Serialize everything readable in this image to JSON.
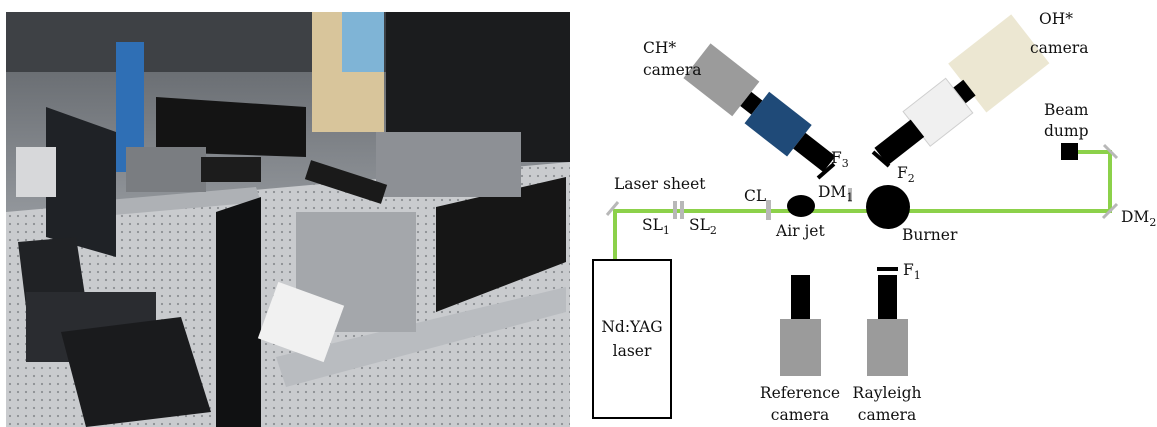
{
  "photo": {
    "alt": "Photograph of the optical laboratory setup"
  },
  "labels": {
    "ch_camera_line1": "CH*",
    "ch_camera_line2": "camera",
    "oh_camera_line1": "OH*",
    "oh_camera_line2": "camera",
    "beam_dump_line1": "Beam",
    "beam_dump_line2": "dump",
    "f3_main": "F",
    "f3_sub": "3",
    "f2_main": "F",
    "f2_sub": "2",
    "f1_main": "F",
    "f1_sub": "1",
    "dm1_main": "DM",
    "dm1_sub": "1",
    "dm2_main": "DM",
    "dm2_sub": "2",
    "laser_sheet": "Laser sheet",
    "sl1_main": "SL",
    "sl1_sub": "1",
    "sl2_main": "SL",
    "sl2_sub": "2",
    "cl": "CL",
    "air_jet": "Air jet",
    "burner": "Burner",
    "laser_line1": "Nd:YAG",
    "laser_line2": "laser",
    "ref_camera_line1": "Reference",
    "ref_camera_line2": "camera",
    "rayleigh_camera_line1": "Rayleigh",
    "rayleigh_camera_line2": "camera"
  },
  "colors": {
    "beam": "#8cd14a",
    "ch_camera_body": "#9b9b9b",
    "ch_camera_lens_body": "#1f4a78",
    "oh_camera_body": "#ece7d2",
    "oh_camera_lens_body": "#f0f0f0",
    "side_camera_body": "#9b9b9b",
    "optic_gray": "#b8b8b8"
  }
}
